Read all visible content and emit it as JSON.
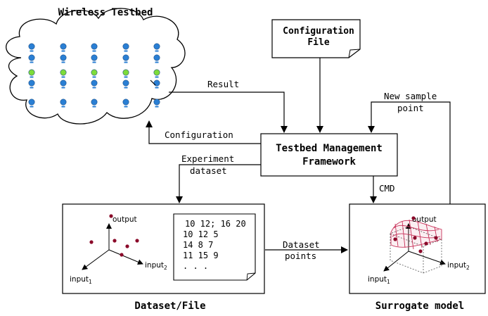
{
  "title_testbed": "Wireless Testbed",
  "config_file": {
    "line1": "Configuration",
    "line2": "File"
  },
  "framework": {
    "line1": "Testbed Management",
    "line2": "Framework"
  },
  "labels": {
    "result": "Result",
    "configuration": "Configuration",
    "experiment_line1": "Experiment",
    "experiment_line2": "dataset",
    "cmd": "CMD",
    "new_sample_line1": "New sample",
    "new_sample_line2": "point",
    "dataset_points_line1": "Dataset",
    "dataset_points_line2": "points"
  },
  "dataset_box_title": "Dataset/File",
  "surrogate_box_title": "Surrogate model",
  "axes": {
    "output": "output",
    "input2": "input",
    "input1": "input",
    "sub1": "1",
    "sub2": "2"
  },
  "file_lines": [
    "10 12; 16 20",
    "10 12         5",
    "14 8           7",
    "11 15         9",
    ". .                ."
  ],
  "colors": {
    "node_blue": "#2a7fd4",
    "node_green": "#7ddc3a",
    "point_dark_red": "#8b0a2a",
    "surface_red": "#c8325a"
  }
}
